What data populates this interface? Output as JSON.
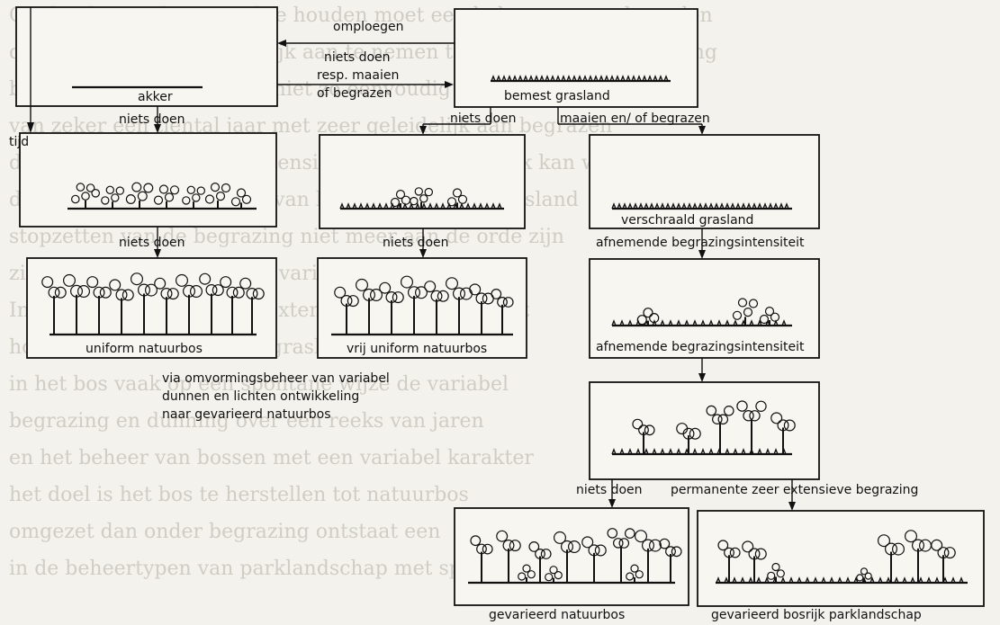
{
  "labels": {
    "omploegen": "omploegen",
    "niets_doen_top_1": "niets doen",
    "niets_doen_top_2": "resp. maaien",
    "niets_doen_top_3": "of begrazen",
    "akker": "akker",
    "bemest_grasland": "bemest grasland",
    "niets_doen_akker": "niets doen",
    "niets_doen_grasland": "niets doen",
    "maaien_begrazen": "maaien en/ of begrazen",
    "tijd": "tijd",
    "niets_doen_row2_left": "niets doen",
    "niets_doen_row2_mid": "niets doen",
    "verschraald_grasland": "verschraald grasland",
    "afnemende_1": "afnemende begrazingsintensiteit",
    "uniform_natuurbos": "uniform natuurbos",
    "vrij_uniform_natuurbos": "vrij uniform natuurbos",
    "afnemende_2": "afnemende begrazingsintensiteit",
    "via_1": "via omvormingsbeheer van variabel",
    "via_2": "dunnen en lichten ontwikkeling",
    "via_3": "naar gevarieerd natuurbos",
    "niets_doen_bottom": "niets doen",
    "permanente": "permanente zeer extensieve begrazing",
    "gevarieerd_natuurbos": "gevarieerd natuurbos",
    "gevarieerd_parklandschap": "gevarieerd bosrijk parklandschap"
  },
  "background_text": [
    "Om het bos toch in stand te houden moet een beheer gevoerd worden",
    "dat dient om zeer geleidelijk aan te nemen tot een volgende opvolging",
    "bos en struweel beheer is niet zo eenvoudig als men wel denkt en",
    "van zeker een tiental jaar met zeer geleidelijk aan begrazen",
    "de begrazing gaat zeer extensief en begrazingsdruk kan worden",
    "die zich daar ontwikkelen van het verschraalde grasland",
    "stopzetten van de begrazing niet meer aan de orde zijn",
    "zich op een te nemen zeer variabele omvormingen",
    "Indien de begrazing zeer extensief wordt doorgezet",
    "hout van een verschraald grasland ontwikkelt zich",
    "in het bos vaak op een spontane wijze de variabel",
    "begrazing en dunning over een reeks van jaren",
    "en het beheer van bossen met een variabel karakter",
    "het doel is het bos te herstellen tot natuurbos",
    "omgezet dan onder begrazing ontstaat een",
    "in de beheertypen van parklandschap met spontane"
  ]
}
